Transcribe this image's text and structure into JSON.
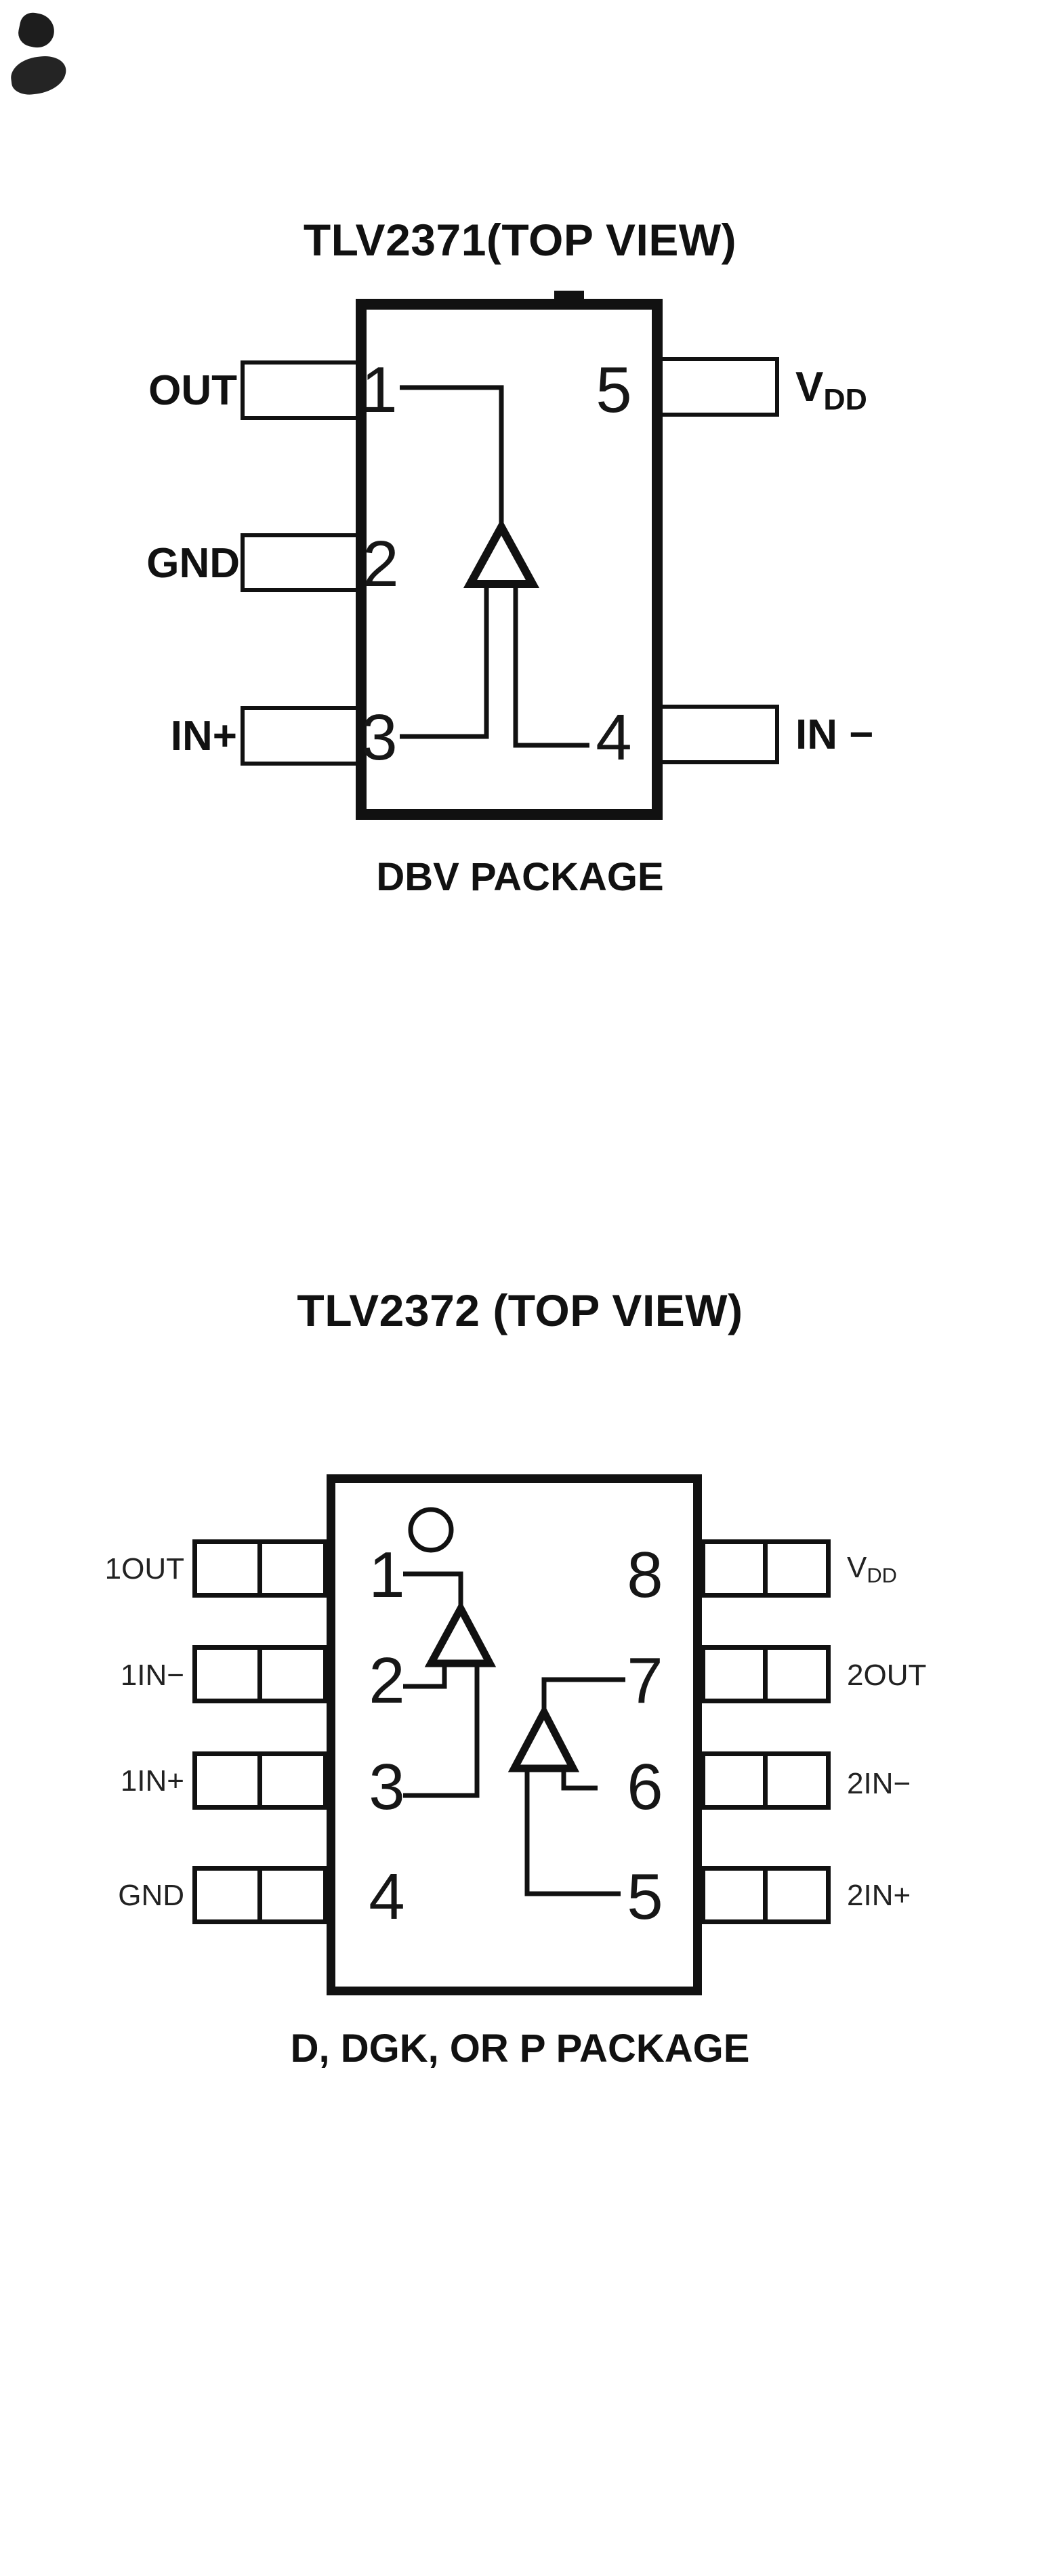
{
  "diagram1": {
    "title": "TLV2371(TOP VIEW)",
    "package_label": "DBV PACKAGE",
    "pins": {
      "out": {
        "label": "OUT",
        "number": "1"
      },
      "gnd": {
        "label": "GND",
        "number": "2"
      },
      "in_plus": {
        "label": "IN+",
        "number": "3"
      },
      "in_minus": {
        "label": "IN −",
        "number": "4"
      },
      "vdd": {
        "label_main": "V",
        "label_sub": "DD",
        "number": "5"
      }
    }
  },
  "diagram2": {
    "title": "TLV2372 (TOP VIEW)",
    "package_label": "D, DGK, OR P PACKAGE",
    "pins": {
      "out1": {
        "label": "1OUT",
        "number": "1"
      },
      "in1_minus": {
        "label": "1IN−",
        "number": "2"
      },
      "in1_plus": {
        "label": "1IN+",
        "number": "3"
      },
      "gnd": {
        "label": "GND",
        "number": "4"
      },
      "vdd": {
        "label_main": "V",
        "label_sub": "DD",
        "number": "8"
      },
      "out2": {
        "label": "2OUT",
        "number": "7"
      },
      "in2_minus": {
        "label": "2IN−",
        "number": "6"
      },
      "in2_plus": {
        "label": "2IN+",
        "number": "5"
      }
    }
  }
}
